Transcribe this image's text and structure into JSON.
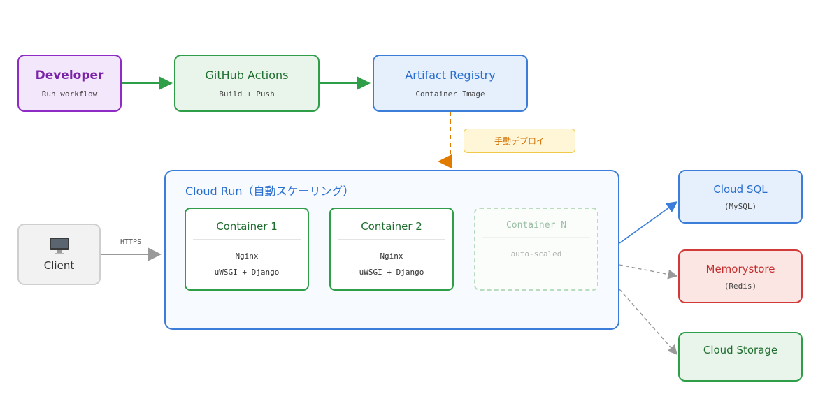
{
  "developer": {
    "title": "Developer",
    "subtitle": "Run workflow"
  },
  "github": {
    "title": "GitHub Actions",
    "subtitle": "Build + Push"
  },
  "artifact": {
    "title": "Artifact Registry",
    "subtitle": "Container Image"
  },
  "deploy_label": "手動デプロイ",
  "cloud_run": {
    "title": "Cloud Run（自動スケーリング）",
    "containers": [
      {
        "title": "Container 1",
        "lines": [
          "Nginx",
          "uWSGI + Django"
        ]
      },
      {
        "title": "Container 2",
        "lines": [
          "Nginx",
          "uWSGI + Django"
        ]
      },
      {
        "title": "Container N",
        "lines": [
          "auto-scaled"
        ]
      }
    ]
  },
  "client": {
    "icon": "computer-icon",
    "label": "Client"
  },
  "https_label": "HTTPS",
  "cloud_sql": {
    "title": "Cloud SQL",
    "subtitle": "(MySQL)"
  },
  "memorystore": {
    "title": "Memorystore",
    "subtitle": "(Redis)"
  },
  "cloud_storage": {
    "title": "Cloud Storage"
  },
  "colors": {
    "purple": "#8e2bc4",
    "green": "#2e9e48",
    "blue": "#3b7dd8",
    "orange": "#e07b00",
    "red": "#d23a3a",
    "gray": "#9a9a9a"
  }
}
